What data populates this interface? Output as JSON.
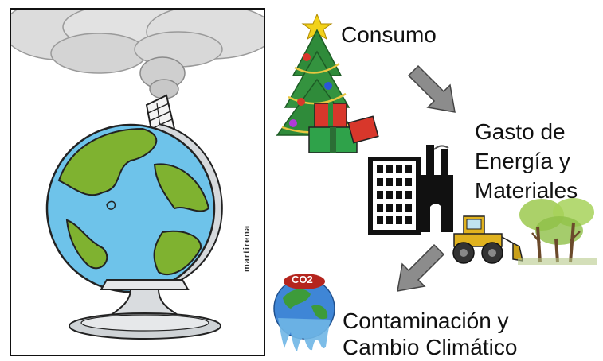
{
  "cartoon": {
    "signature": "martirena"
  },
  "diagram": {
    "steps": [
      {
        "id": "consumo",
        "label": "Consumo"
      },
      {
        "id": "gasto",
        "lines": [
          "Gasto de",
          "Energía y",
          "Materiales"
        ]
      },
      {
        "id": "contaminacion",
        "lines": [
          "Contaminación y",
          "Cambio Climático"
        ]
      }
    ],
    "co2_label": "CO2"
  },
  "colors": {
    "ocean": "#6ec3ea",
    "land": "#7fb230",
    "smoke": "#d9d9d9",
    "metal": "#cfd3d6",
    "arrow": "#8c8c8c",
    "tree": "#2f8b3a",
    "gift_red": "#d8372b",
    "loader": "#e0b21f",
    "factory": "#111111"
  }
}
